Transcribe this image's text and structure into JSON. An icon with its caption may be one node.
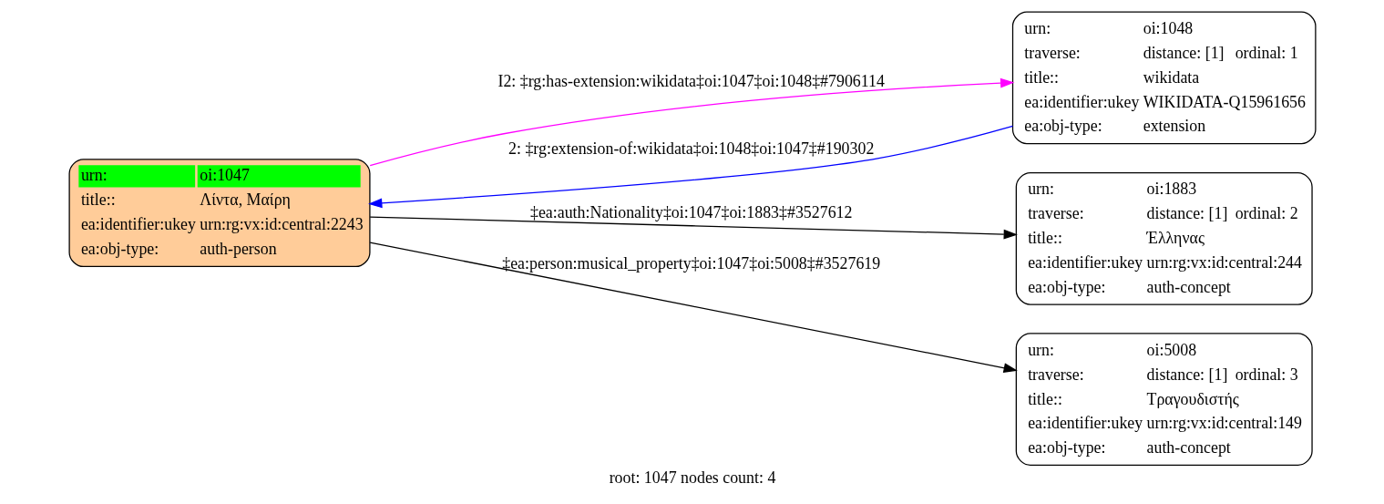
{
  "diagram": {
    "caption": "root: 1047 nodes count: 4",
    "nodes": [
      {
        "text": [
          "urn:",
          "oi:1047",
          "title::",
          "Λίντα, Μαίρη",
          "ea:identifier:ukey",
          "urn:rg:vx:id:central:2243",
          "ea:obj-type:",
          "auth-person"
        ]
      },
      {
        "text": [
          "urn:",
          "oi:1048",
          "traverse:",
          "distance: [1]",
          "ordinal: 1",
          "title::",
          "wikidata",
          "ea:identifier:ukey",
          "WIKIDATA-Q15961656",
          "ea:obj-type:",
          "extension"
        ]
      },
      {
        "text": [
          "urn:",
          "oi:1883",
          "traverse:",
          "distance: [1]",
          "ordinal: 2",
          "title::",
          "Έλληνας",
          "ea:identifier:ukey",
          "urn:rg:vx:id:central:244",
          "ea:obj-type:",
          "auth-concept"
        ]
      },
      {
        "text": [
          "urn:",
          "oi:5008",
          "traverse:",
          "distance: [1]",
          "ordinal: 3",
          "title::",
          "Τραγουδιστής",
          "ea:identifier:ukey",
          "urn:rg:vx:id:central:149",
          "ea:obj-type:",
          "auth-concept"
        ]
      }
    ],
    "edges": [
      {
        "from": 0,
        "to": 1,
        "arrow": "to",
        "label": "I2: ‡rg:has-extension:wikidata‡oi:1047‡oi:1048‡#7906114",
        "color": "#ff00ff"
      },
      {
        "from": 1,
        "to": 0,
        "arrow": "to",
        "label": "2: ‡rg:extension-of:wikidata‡oi:1048‡oi:1047‡#190302",
        "color": "#0000ff"
      },
      {
        "from": 0,
        "to": 2,
        "arrow": "to",
        "label": "‡ea:auth:Nationality‡oi:1047‡oi:1883‡#3527612"
      },
      {
        "from": 0,
        "to": 3,
        "arrow": "to",
        "label": "‡ea:person:musical_property‡oi:1047‡oi:5008‡#3527619"
      }
    ]
  }
}
